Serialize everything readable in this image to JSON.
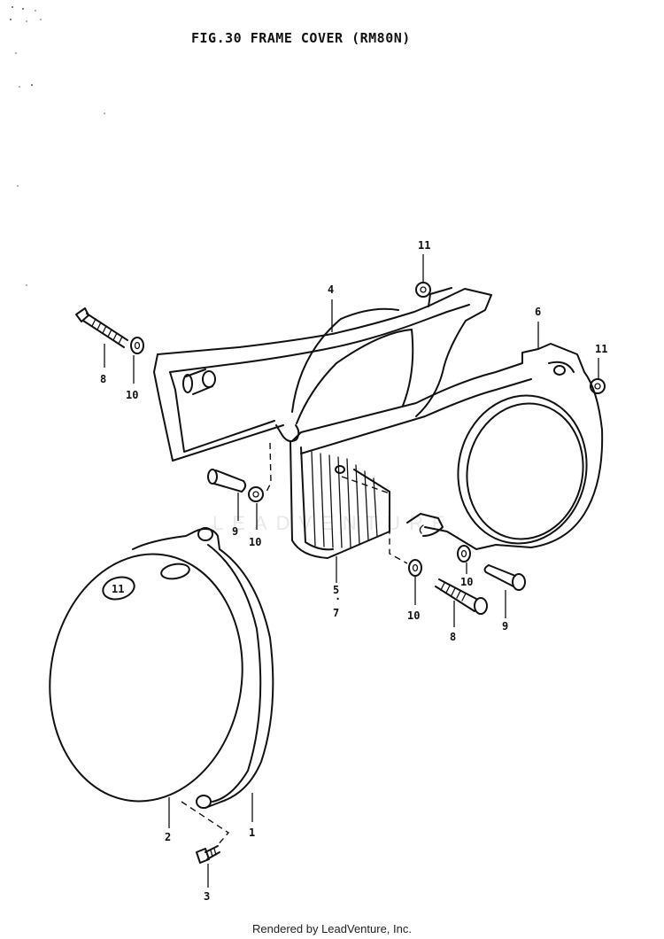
{
  "title": "FIG.30  FRAME COVER (RM80N)",
  "footer": "Rendered by LeadVenture, Inc.",
  "watermark": "LEADVENTURE",
  "callouts": {
    "c2": "2",
    "c3": "3",
    "c4": "4",
    "c5": "5",
    "c5dot": "·",
    "c7": "7",
    "c6": "6",
    "c8a": "8",
    "c8b": "8",
    "c9a": "9",
    "c9b": "9",
    "c10a": "10",
    "c10b": "10",
    "c10c": "10",
    "c10d": "10",
    "c11a": "11",
    "c11b": "11",
    "c1": "1"
  },
  "cover_emblem": "11"
}
